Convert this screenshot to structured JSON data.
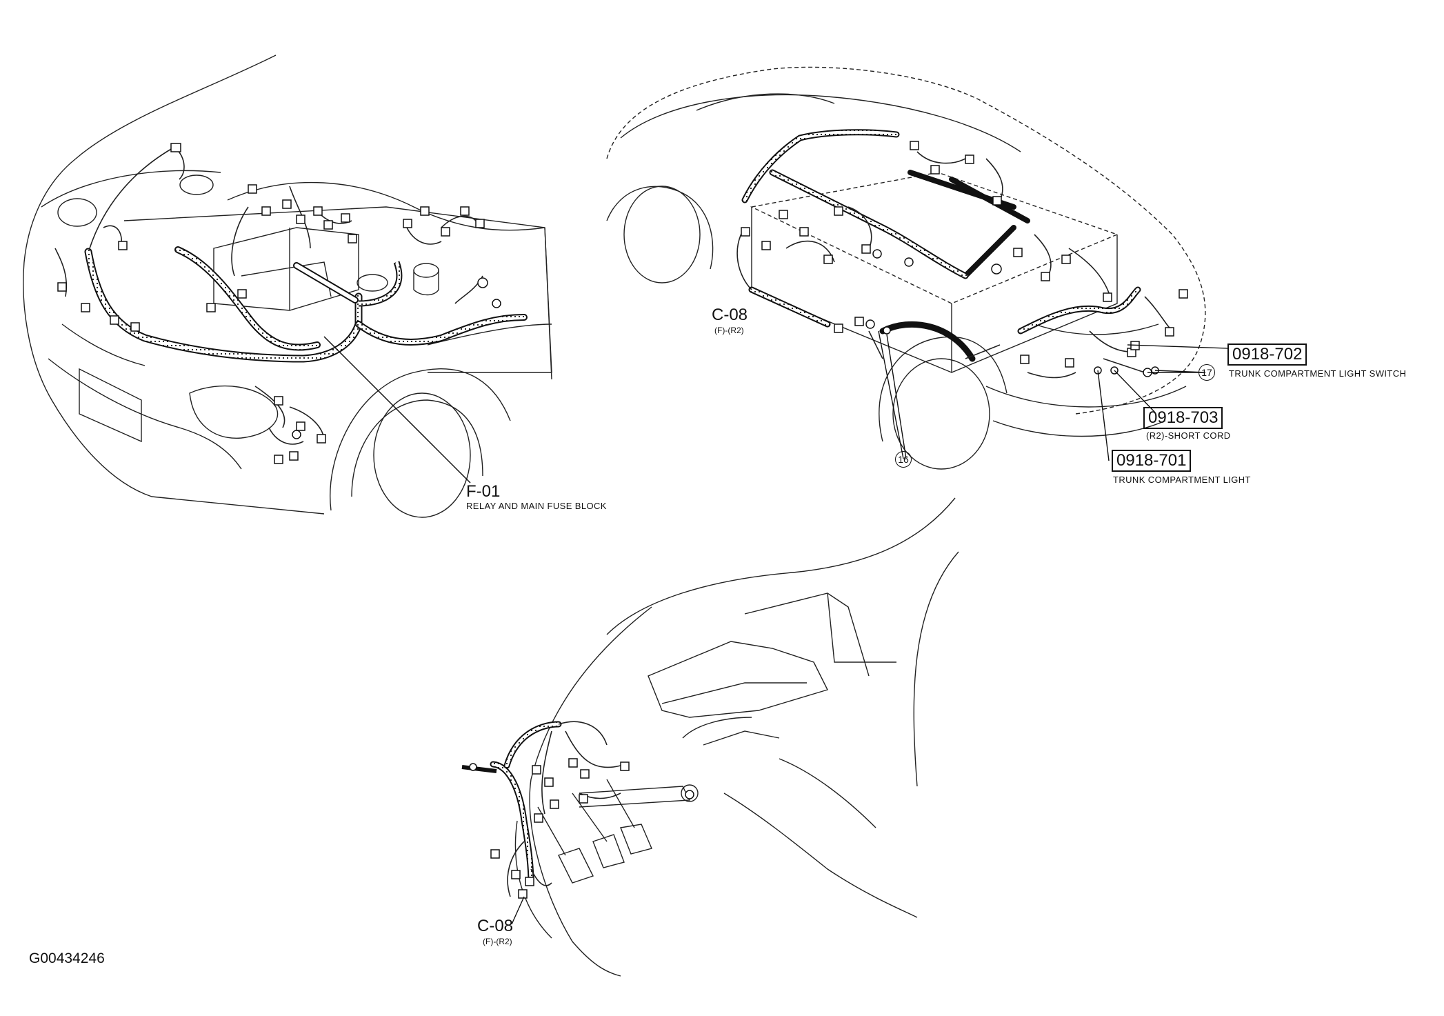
{
  "figure_id": "G00434246",
  "callouts": {
    "f01": {
      "code": "F-01",
      "description": "RELAY AND MAIN FUSE BLOCK"
    },
    "c08_upper": {
      "code": "C-08",
      "sub": "(F)-(R2)"
    },
    "c08_lower": {
      "code": "C-08",
      "sub": "(F)-(R2)"
    },
    "c0918_702": {
      "code": "0918-702",
      "description": "TRUNK COMPARTMENT LIGHT SWITCH"
    },
    "c0918_703": {
      "code": "0918-703",
      "description": "(R2)-SHORT CORD"
    },
    "c0918_701": {
      "code": "0918-701",
      "description": "TRUNK COMPARTMENT LIGHT"
    }
  },
  "circled_numbers": {
    "n16": "16",
    "n17": "17"
  }
}
